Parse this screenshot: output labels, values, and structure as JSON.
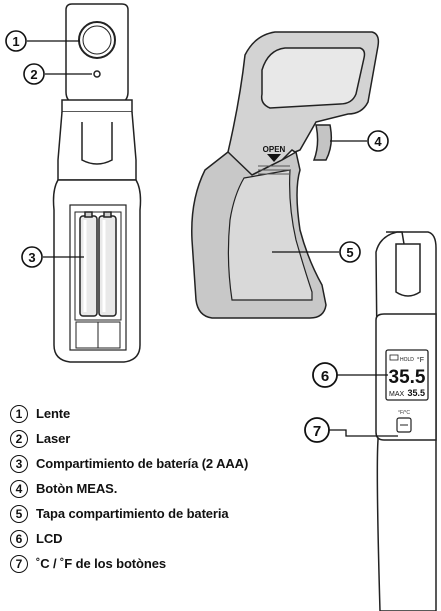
{
  "callouts": [
    {
      "num": "1",
      "label": "Lente"
    },
    {
      "num": "2",
      "label": "Laser"
    },
    {
      "num": "3",
      "label": "Compartimiento de batería (2 AAA)"
    },
    {
      "num": "4",
      "label": "Botòn MEAS."
    },
    {
      "num": "5",
      "label": "Tapa compartimiento de bateria"
    },
    {
      "num": "6",
      "label": "LCD"
    },
    {
      "num": "7",
      "label": "˚C / ˚F de los botònes"
    }
  ],
  "device_labels": {
    "open": "OPEN",
    "battery_icon_text": "HOLD",
    "unit_f": "°F",
    "reading_main": "35.5",
    "max_label": "MAX",
    "reading_max": "35.5",
    "toggle_label": "°F/°C"
  }
}
